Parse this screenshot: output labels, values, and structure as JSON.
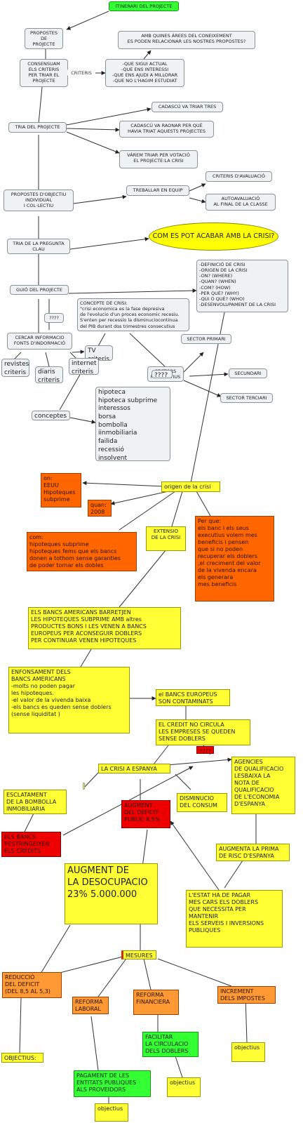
{
  "nodes": {
    "title": "ITINERARI DEL PROJECTE",
    "propostes": "PROPOSTES\nDE\nPROJECTE",
    "consensuam": "CONSENSUAM\nELS CRITERIS\nPER TRIAR EL\nPROJECTE",
    "criteris_label": "CRITERIS",
    "arees": "AMB QUINES ÀREES DEL CONEIXEMENT\nES PODEN RELACIONAR LES NOSTRES PROPOSTES?",
    "criteris_list": "-QUE SIGUI ACTUAL\n-QUE ENS INTERESSI\n-QUE ENS AJUDI A MILLORAR\n-QUE NO L'HAGIM ESTUDIAT",
    "cadascu_tres": "CADASCÚ VA TRIAR TRES",
    "tria_projecte": "TRIA DEL PROJECTE",
    "cadascu_raonar": "CADASCÚ VA RAONAR PER QUÈ\nHAVIA TRIAT AQUESTS PROJECTES",
    "votacio": "VÀREM TRIAR PER VOTACIÓ\nEL PROJECTE:LA CRISI",
    "criteris_aval": "CRITERIS D'AVALUACIÓ",
    "propostes_obj": "PROPOSTES D'OBJECTIU\nINDIVIDUAL\nI COL·LECTIU",
    "treballar_equip": "TREBALLAR EN EQUIP",
    "autoaval": "AUTOAVALUACIÓ\nAL FINAL DE LA CLASSE",
    "tria_pregunta": "TRIA DE LA PREGUNTA\nCLAU",
    "pregunta_clau": "COM ES POT ACABAR AMB LA CRISI?",
    "guio_detail": "-DEFINICIÓ DE CRISI\n-ORIGEN DE LA CRISI\n    -ON? (WHERE)\n    -QUAN? (WHEN)\n    -COM? (HOW)\n    -PER QUÈ? (WHY)\n    -QUI O QUÈ? (WHO)\n-DESENVOLUPAMENT DE LA CRISI",
    "guio": "GUIÓ DEL PROJECTE",
    "concepte_crisi": "CONCEPTE DE CRISI:\n\"crisi economica es la fase depresiva\nde l'evolucio d'un proces economic recesiu.\nS'enten per recessio la disminuciocontinua\ndel PIB durant dos trimestres consecutius",
    "q_marks1": "????",
    "sector_primari": "SECTOR PRIMARI",
    "cercar_info": "CERCAR INFORMACIO\nFONTS D'INDORMACIÓ",
    "tv_criteris": "TV\ncriteris",
    "sectors_productius": "SECTORS\nPRODUCTIUS",
    "q_marks2": "????",
    "secundari": "SECUNDARI",
    "revistes": "revistes\ncriteris",
    "diaris": "diaris\ncriteris",
    "internet": "internet\ncriteris",
    "sector_terciari": "SECTOR TERCIARI",
    "conceptes": "conceptes",
    "concept_list": "hipoteca\nhipoteca subprime\ninteressos\nborsa\nbombolla iinmobiliaria\nfailida\nrecessió\ninsolvent\n…………..",
    "on_eeuu": "on:\nEEUU\nHipoteques\nsubprime",
    "origen_crisi": "origen de la crisi",
    "quan_2008": "quan:\n2008",
    "per_que": "Per que:\nels banc i els seus\nexecutius volem mes\nbeneficis i pensen\nque si no poden\nrecuperar els doblers\n,el creciment del valor\nde la vivenda encara\nels generara\nmes beneficis",
    "com": "com:\nhipoteques subprime\nhipoteques fems que els bancs\ndonen a tothom sense garanties\nde poder tornar els dobles",
    "extensio": "EXTENSIO\nDE LA CRISI",
    "bancs_americans": "ELS BANCS AMERICANS BARRETJEN\nLES HIPOTEQUES SUBPRIME AMB altres\nPRODUCTES BONS I LES VENEN A BANCS\nEUROPEUS PER ACONSEGUIR DOBLERS\nPER CONTINUAR VENEN HIPOTEQUES",
    "enfonsament": "ENFONSAMENT DELS\nBANCS AMERICANS\n-molts no poden pagar\nles hipoteques.\n-el valor de la vivenda baixa\n-els bancs es queden sense doblers\n(sense liquiditat )",
    "bancs_europeus": "el BANCS EUROPEUS\nSON CONTAMINATS",
    "credit": "EL CREDIT NO CIRCULA\nLES EMPRESES SE QUEDEN\nSENSE DOBLERS",
    "q_marks3": "????",
    "crisi_espanya": "LA CRISI A ESPANYA",
    "agencies": "AGENCIES\nDE QUALIFICACIO\nLESBAIXA LA\nNOTA DE\nQUALIFICACIO\nDE L'ECONOMIA\nD'ESPANYA",
    "esclatament": "ESCLATAMENT\nDE LA BOMBOLLA\nINMOBILIARIA",
    "augment_deficit": "AUGMENT\nDEL DEFICIT\nPUBLIC 8,5%",
    "disminucio_consum": "DISMINUCIO\nDEL CONSUM",
    "bancs_restringeixen": "ELS BANCS\nRESTRINGEIXEN\nELS CREDITS",
    "augmenta_prima": "AUGMENTA LA PRIMA\nDE RISC D'ESPANYA",
    "desocupacio": "AUGMENT DE\nLA DESOCUPACIO\n23% 5.000.000",
    "estat_pagar": "L'ESTAT HA DE PAGAR\nMES CARS ELS DOBLERS\nQUE NECESSITA PER\nMANTENIR\nELS SERVEIS I INVERSIONS\nPUBLIQUES",
    "mesures": "MESURES",
    "reduccio_deficit": "REDUCCIÓ\nDEL DEFICIT\n(DEL 8,5 AL 5,3)",
    "reforma_laboral": "REFORMA\nLABORAL",
    "reforma_financiera": "REFORMA\nFINANCIERA",
    "increment_impostes": "INCREMENT\nDELS IMPOSTES",
    "objectius_caps": "OBJECTIUS:",
    "facilitar": "FACILITAR\nLA CIRCULACIO\nDELS DOBLERS",
    "objectius1": "objectius",
    "pagament": "PAGAMENT DE LES\nENTITATS PUBLIQUES\nALS PROVEIDORS",
    "objectius2": "objectius",
    "objectius3": "objectius"
  },
  "colors": {
    "grey_node": "#eef2f3",
    "yellow": "#ffff33",
    "orange": "#ff6600",
    "light_orange": "#ff9933",
    "red": "#ee0000",
    "green": "#33ff33",
    "link": "#333333"
  }
}
